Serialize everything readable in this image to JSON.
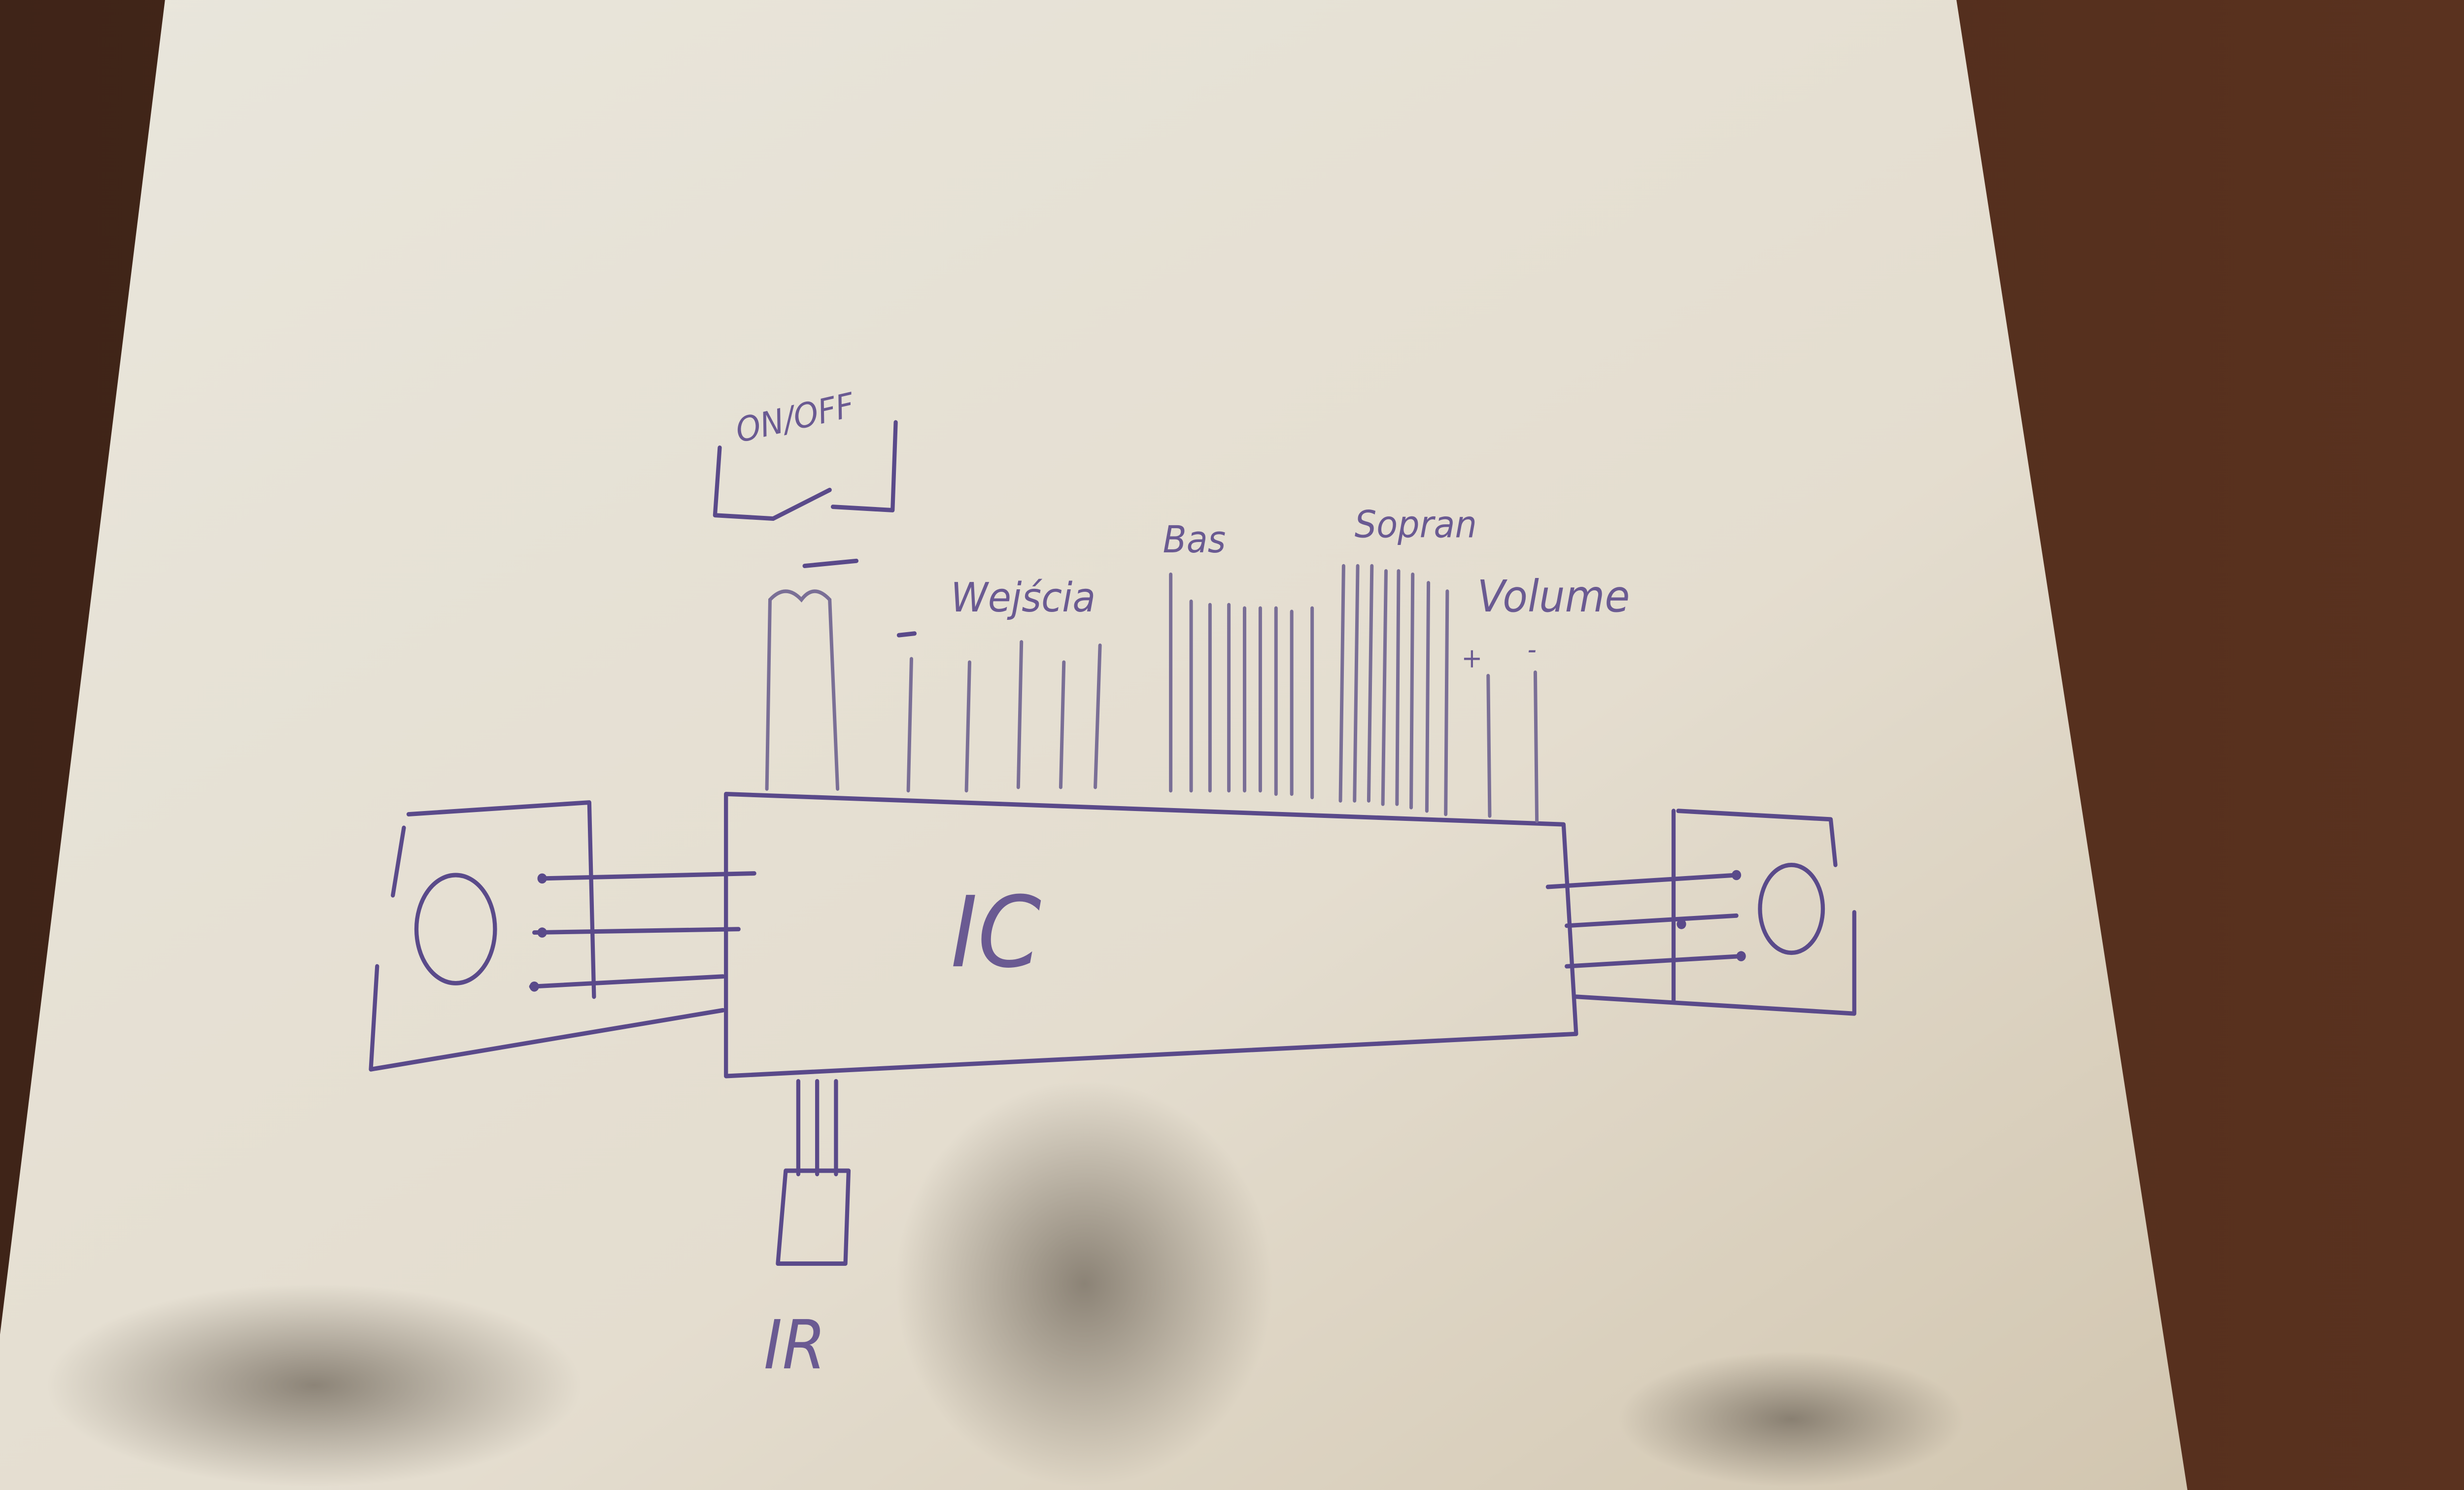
{
  "diagram": {
    "labels": {
      "on_off": "ON/OFF",
      "inputs": "Wejścia",
      "bass": "Bas",
      "treble": "Sopran",
      "volume": "Volume",
      "vol_plus": "+",
      "vol_minus": "-",
      "ic": "IC",
      "ir": "IR"
    },
    "colors": {
      "ink": "#5a4a8a",
      "paper": "#e8e3d6",
      "table": "#4a2a1c"
    }
  }
}
